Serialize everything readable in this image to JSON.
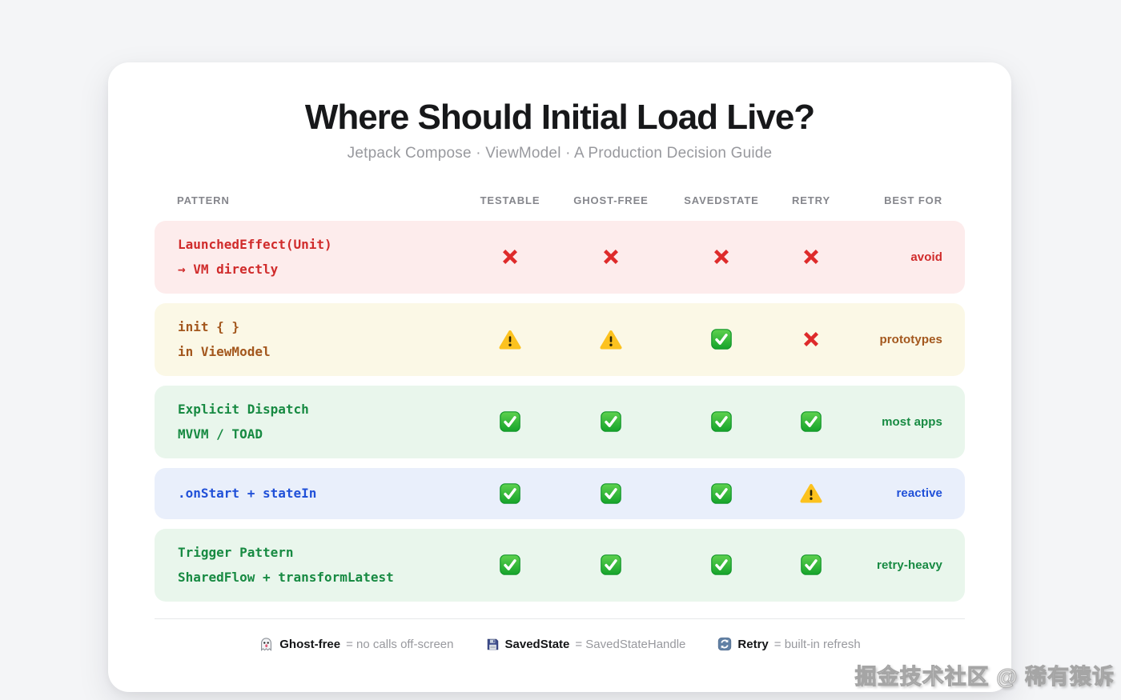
{
  "header": {
    "title": "Where Should Initial Load Live?",
    "subtitle": "Jetpack Compose · ViewModel · A Production Decision Guide"
  },
  "columns": [
    "PATTERN",
    "TESTABLE",
    "GHOST-FREE",
    "SAVEDSTATE",
    "RETRY",
    "BEST FOR"
  ],
  "rows": [
    {
      "pattern": [
        "LaunchedEffect(Unit)",
        "→ VM directly"
      ],
      "statuses": [
        "fail",
        "fail",
        "fail",
        "fail"
      ],
      "best_for": "avoid",
      "theme": "red"
    },
    {
      "pattern": [
        "init { }",
        "in ViewModel"
      ],
      "statuses": [
        "warn",
        "warn",
        "pass",
        "fail"
      ],
      "best_for": "prototypes",
      "theme": "amber"
    },
    {
      "pattern": [
        "Explicit Dispatch",
        "MVVM / TOAD"
      ],
      "statuses": [
        "pass",
        "pass",
        "pass",
        "pass"
      ],
      "best_for": "most apps",
      "theme": "green"
    },
    {
      "pattern": [
        ".onStart + stateIn"
      ],
      "statuses": [
        "pass",
        "pass",
        "pass",
        "warn"
      ],
      "best_for": "reactive",
      "theme": "blue"
    },
    {
      "pattern": [
        "Trigger Pattern",
        "SharedFlow + transformLatest"
      ],
      "statuses": [
        "pass",
        "pass",
        "pass",
        "pass"
      ],
      "best_for": "retry-heavy",
      "theme": "green"
    }
  ],
  "themes": {
    "red": {
      "bg": "#fdecec",
      "text": "#d02b2b"
    },
    "amber": {
      "bg": "#fbf8e6",
      "text": "#a3571d"
    },
    "green": {
      "bg": "#e9f6ec",
      "text": "#178a42"
    },
    "blue": {
      "bg": "#e9effb",
      "text": "#2050d8"
    }
  },
  "status_icons": {
    "pass": "check-icon",
    "warn": "warning-icon",
    "fail": "cross-icon"
  },
  "legend": [
    {
      "icon": "ghost-icon",
      "term": "Ghost-free",
      "definition": "= no calls off-screen"
    },
    {
      "icon": "floppy-disk-icon",
      "term": "SavedState",
      "definition": "= SavedStateHandle"
    },
    {
      "icon": "refresh-icon",
      "term": "Retry",
      "definition": "= built-in refresh"
    }
  ],
  "watermark": {
    "text": "掘金技术社区 @ 稀有猿诉"
  },
  "colors": {
    "page_bg": "#f4f5f7",
    "card_bg": "#ffffff",
    "title": "#17181a",
    "subtitle": "#98999e",
    "header_text": "#85868c",
    "separator": "#e7e8ea",
    "check_green": "#27ae35",
    "warning_yellow": "#fcc21f",
    "cross_red": "#de2b2b"
  },
  "chart_data": {
    "type": "table",
    "title": "Where Should Initial Load Live?",
    "subtitle": "Jetpack Compose · ViewModel · A Production Decision Guide",
    "columns": [
      "PATTERN",
      "TESTABLE",
      "GHOST-FREE",
      "SAVEDSTATE",
      "RETRY",
      "BEST FOR"
    ],
    "rows": [
      [
        "LaunchedEffect(Unit) → VM directly",
        "fail",
        "fail",
        "fail",
        "fail",
        "avoid"
      ],
      [
        "init { } in ViewModel",
        "warn",
        "warn",
        "pass",
        "fail",
        "prototypes"
      ],
      [
        "Explicit Dispatch MVVM / TOAD",
        "pass",
        "pass",
        "pass",
        "pass",
        "most apps"
      ],
      [
        ".onStart + stateIn",
        "pass",
        "pass",
        "pass",
        "warn",
        "reactive"
      ],
      [
        "Trigger Pattern SharedFlow + transformLatest",
        "pass",
        "pass",
        "pass",
        "pass",
        "retry-heavy"
      ]
    ],
    "legend_note": "pass = green check, warn = yellow warning, fail = red cross"
  }
}
